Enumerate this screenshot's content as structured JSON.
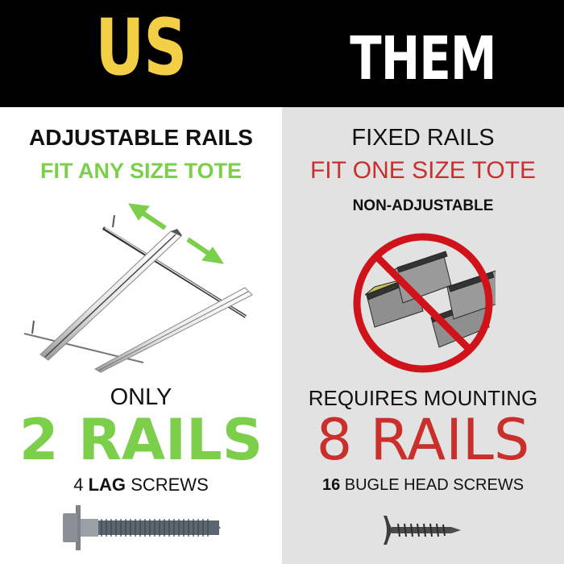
{
  "header": {
    "left_title": "US",
    "right_title": "THEM",
    "background": "#000000",
    "left_title_color": "#f2cf45",
    "right_title_color": "#ffffff"
  },
  "us": {
    "heading": "ADJUSTABLE RAILS",
    "subheading": "FIT ANY SIZE TOTE",
    "illustration": "adjustable-rails-with-green-arrows",
    "count_prefix": "ONLY",
    "count_headline": "2 RAILS",
    "screws_count": "4",
    "screws_type_bold": "LAG",
    "screws_label": "SCREWS",
    "screw_image": "lag-screw",
    "accent_color": "#7ccf4b",
    "background": "#ffffff"
  },
  "them": {
    "heading": "FIXED RAILS",
    "subheading": "FIT ONE SIZE TOTE",
    "note": "NON-ADJUSTABLE",
    "illustration": "totes-prohibited-sign",
    "count_prefix": "REQUIRES MOUNTING",
    "count_headline": "8 RAILS",
    "screws_count": "16",
    "screws_label": "BUGLE HEAD SCREWS",
    "screw_image": "bugle-head-screw",
    "accent_color": "#c9302c",
    "background": "#e2e2e2"
  }
}
